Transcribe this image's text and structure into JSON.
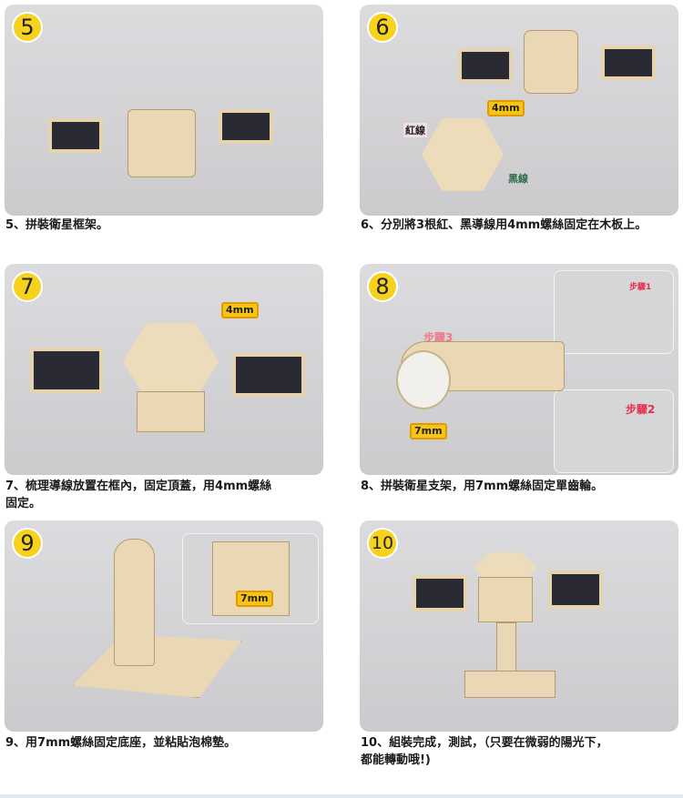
{
  "steps": [
    {
      "num": "5",
      "caption": "5、拼裝衛星框架。"
    },
    {
      "num": "6",
      "caption": "6、分別將3根紅、黑導線用4mm螺絲固定在木板上。",
      "labels": {
        "red": "紅線",
        "black": "黑線",
        "screw": "4mm"
      }
    },
    {
      "num": "7",
      "caption_line1": "7、梳理導線放置在框內，固定頂蓋，用4mm螺絲",
      "caption_line2": "固定。",
      "labels": {
        "screw": "4mm"
      }
    },
    {
      "num": "8",
      "caption": "8、拼裝衛星支架，用7mm螺絲固定單齒輪。",
      "labels": {
        "step1": "步驟1",
        "step2": "步驟2",
        "step3": "步驟3",
        "screw": "7mm"
      }
    },
    {
      "num": "9",
      "caption": "9、用7mm螺絲固定底座，並粘貼泡棉墊。",
      "labels": {
        "screw": "7mm"
      }
    },
    {
      "num": "10",
      "caption_line1": "10、組裝完成，測試，（只要在微弱的陽光下，",
      "caption_line2": "都能轉動哦!)"
    }
  ]
}
